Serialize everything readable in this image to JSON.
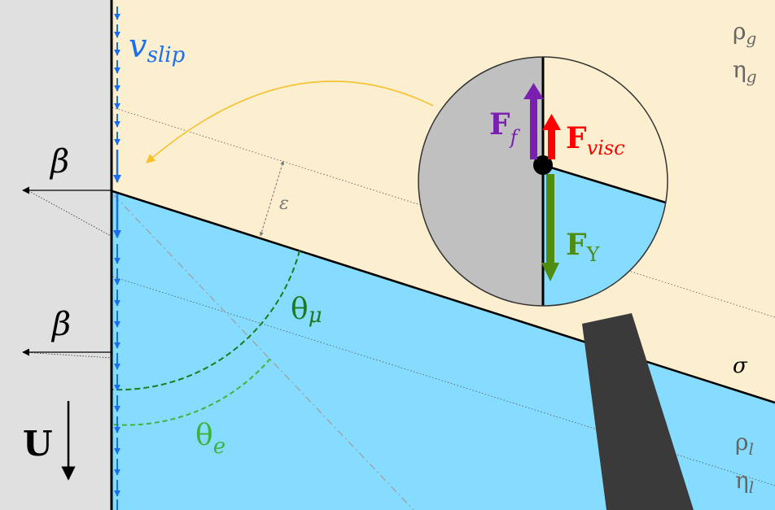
{
  "colors": {
    "gas": "#fcefcf",
    "liquid": "#86dcff",
    "wall": "#e0e0e0",
    "slip": "#1a6ff0",
    "yellow_arrow": "#f5c02a",
    "dark_green": "#1e7a1e",
    "light_green": "#3cb43c",
    "purple": "#7a1fb0",
    "red": "#ff0000",
    "olive_green": "#4e8c12",
    "gray": "#666666",
    "lens_gray": "#c0c0c0",
    "handle": "#3a3a3a"
  },
  "labels": {
    "v": "v",
    "slip": "slip",
    "beta_top": "β",
    "beta_bottom": "β",
    "epsilon": "ε",
    "theta_mu": "θ",
    "theta_mu_sub": "μ",
    "theta_e": "θ",
    "theta_e_sub": "e",
    "U": "U",
    "rho_g": "ρ",
    "rho_g_sub": "g",
    "eta_g": "η",
    "eta_g_sub": "g",
    "rho_l": "ρ",
    "rho_l_sub": "l",
    "eta_l": "η",
    "eta_l_sub": "l",
    "sigma": "σ",
    "F_f": "F",
    "F_f_sub": "f",
    "F_visc": "F",
    "F_visc_sub": "visc",
    "F_Y": "F",
    "F_Y_sub": "Y"
  }
}
